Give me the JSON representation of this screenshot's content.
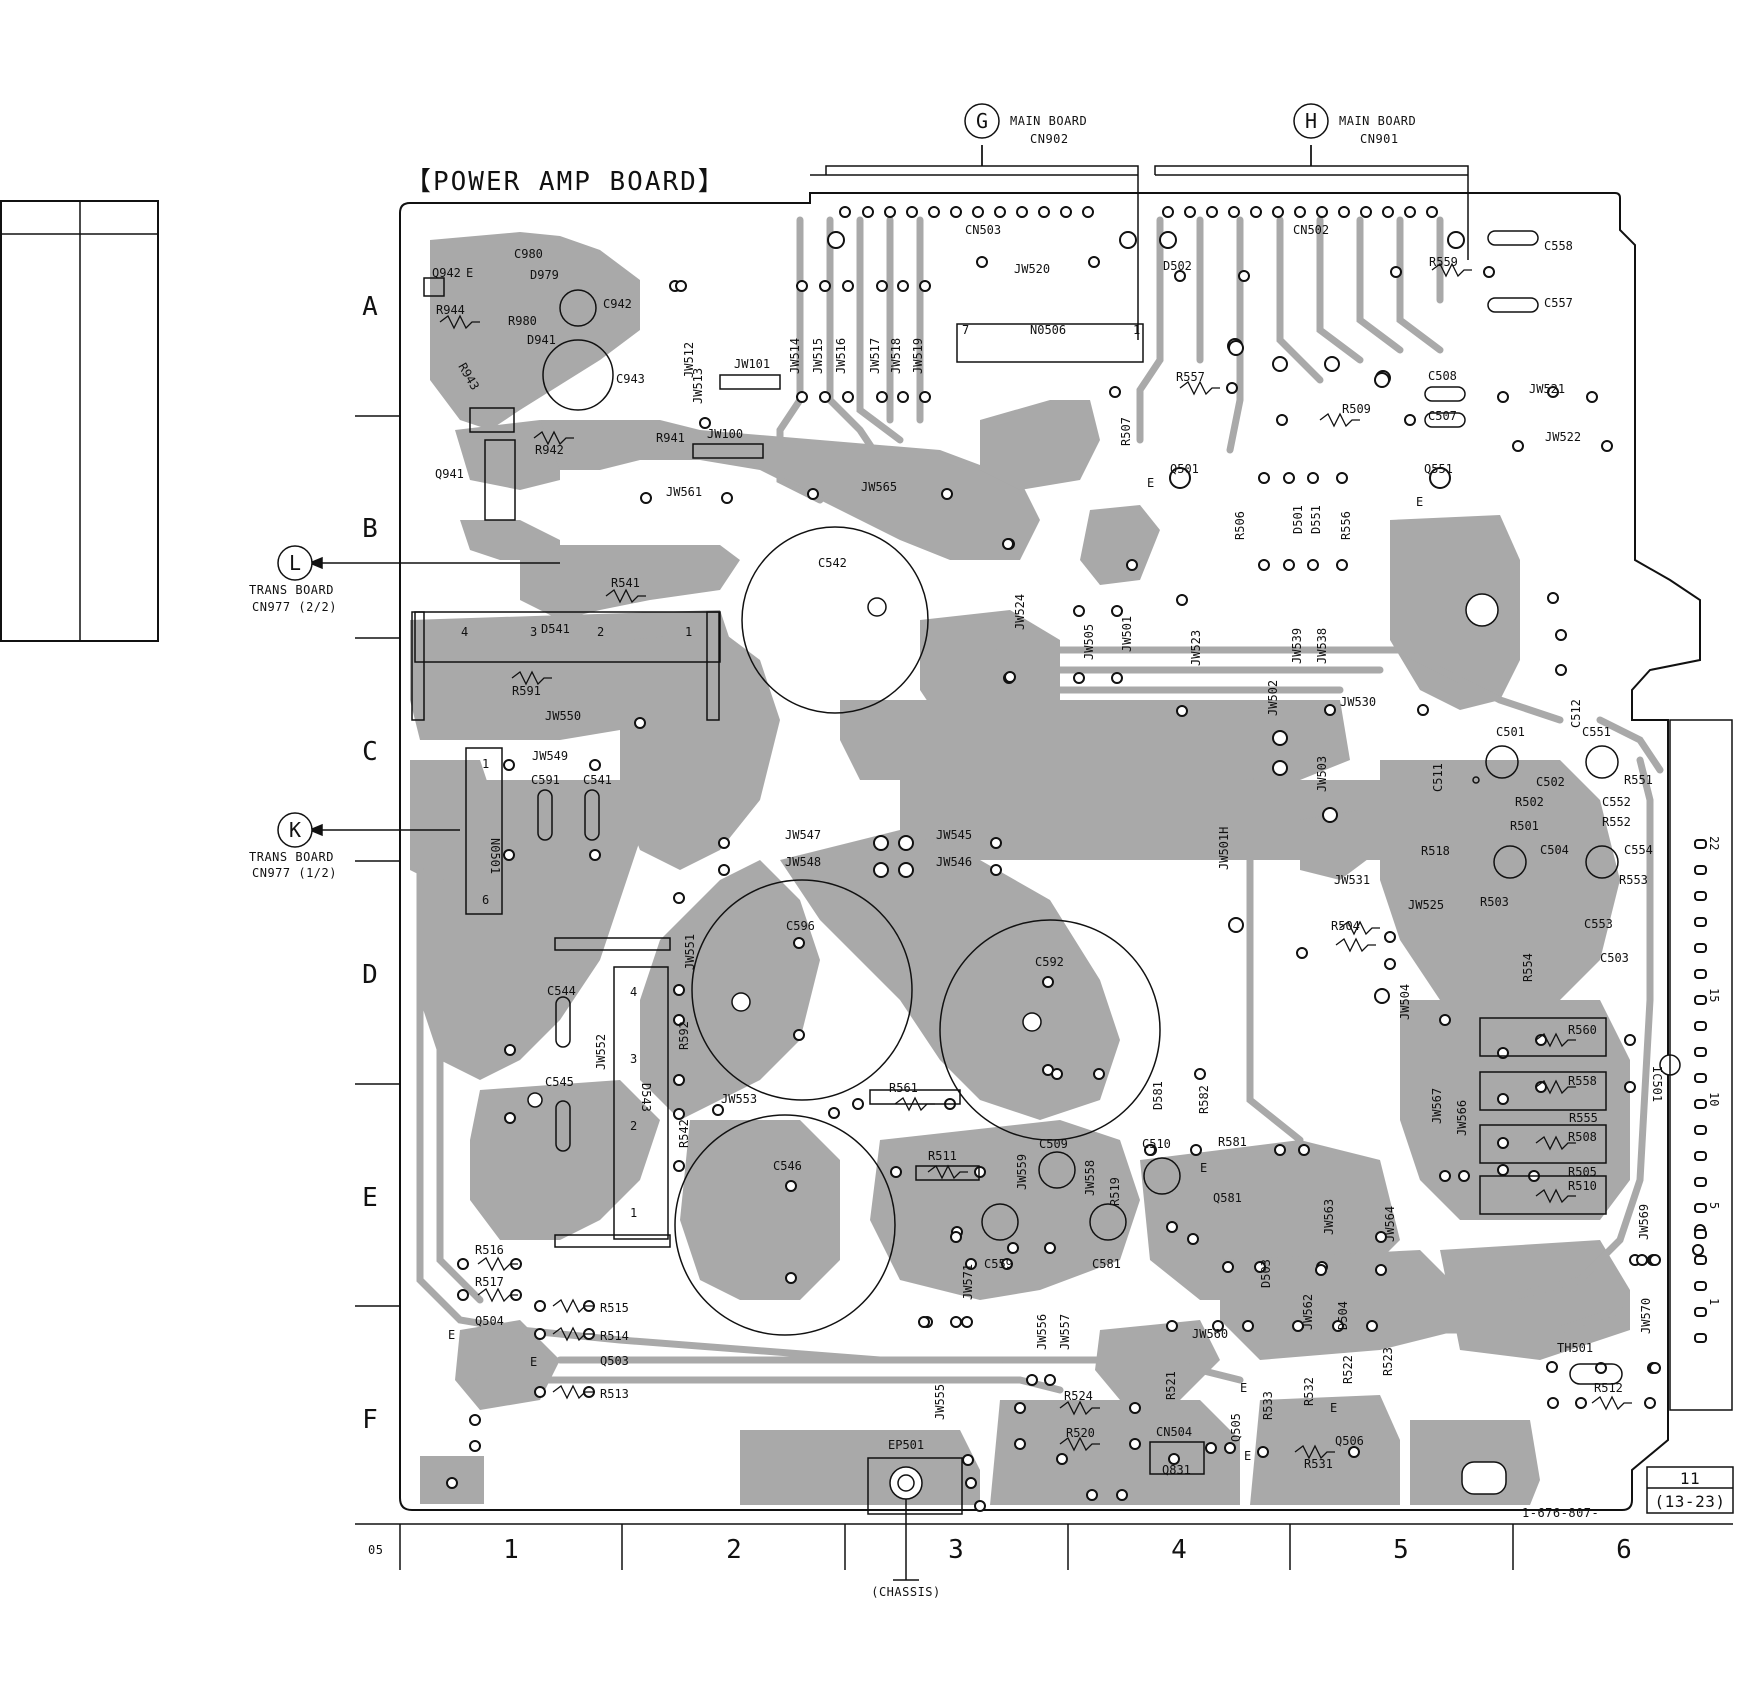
{
  "board": {
    "title": "【POWER AMP BOARD】",
    "part_number": "1-676-807-",
    "page_number": "11",
    "page_range": "(13-23)",
    "bottom_left_code": "05",
    "chassis_label": "(CHASSIS)"
  },
  "grid": {
    "rows": [
      "A",
      "B",
      "C",
      "D",
      "E",
      "F"
    ],
    "columns": [
      "1",
      "2",
      "3",
      "4",
      "5",
      "6"
    ]
  },
  "connections": [
    {
      "id": "G",
      "line1": "MAIN BOARD",
      "line2": "CN902"
    },
    {
      "id": "H",
      "line1": "MAIN BOARD",
      "line2": "CN901"
    },
    {
      "id": "L",
      "line1": "TRANS BOARD",
      "line2": "CN977 (2/2)"
    },
    {
      "id": "K",
      "line1": "TRANS BOARD",
      "line2": "CN977 (1/2)"
    }
  ],
  "connectors": {
    "cn503": "CN503",
    "cn502": "CN502",
    "cn506": "N0506",
    "cn506_pin_left": "7",
    "cn506_pin_right": "1",
    "cn501": "N0501",
    "cn501_pin_top": "1",
    "cn501_pin_bottom": "6",
    "cn504": "CN504",
    "ic501": "IC501",
    "ic501_pins": [
      "22",
      "15",
      "10",
      "5",
      "1"
    ],
    "d541": "D541",
    "d541_pins": [
      "4",
      "3",
      "2",
      "1"
    ],
    "d543": "D543",
    "d543_pins": [
      "4",
      "3",
      "2",
      "1"
    ]
  },
  "components": {
    "capacitors": [
      "C980",
      "C942",
      "C943",
      "C542",
      "C591",
      "C541",
      "C596",
      "C592",
      "C544",
      "C545",
      "C546",
      "C509",
      "C510",
      "C559",
      "C581",
      "C558",
      "C557",
      "C508",
      "C507",
      "C501",
      "C551",
      "C512",
      "C511",
      "C502",
      "C552",
      "C504",
      "C554",
      "C553",
      "C503"
    ],
    "resistors": [
      "R944",
      "R980",
      "R943",
      "R942",
      "R941",
      "R541",
      "R591",
      "R557",
      "R509",
      "R507",
      "R506",
      "R556",
      "R559",
      "R518",
      "R502",
      "R501",
      "R503",
      "R551",
      "R552",
      "R553",
      "R504",
      "R554",
      "R560",
      "R558",
      "R555",
      "R508",
      "R505",
      "R510",
      "R592",
      "R542",
      "R561",
      "R511",
      "R519",
      "R582",
      "R581",
      "R516",
      "R517",
      "R515",
      "R514",
      "R513",
      "R524",
      "R520",
      "R521",
      "R533",
      "R532",
      "R522",
      "R523",
      "R531",
      "R512"
    ],
    "diodes": [
      "D979",
      "D941",
      "D502",
      "D501",
      "D551",
      "D503",
      "D504",
      "D581"
    ],
    "transistors": [
      "Q942",
      "Q941",
      "Q501",
      "Q551",
      "Q581",
      "Q504",
      "Q503",
      "Q505",
      "Q506",
      "Q831"
    ],
    "jumpers": [
      "JW520",
      "JW512",
      "JW513",
      "JW101",
      "JW100",
      "JW514",
      "JW515",
      "JW516",
      "JW517",
      "JW518",
      "JW519",
      "JW561",
      "JW565",
      "JW521",
      "JW522",
      "JW524",
      "JW505",
      "JW501",
      "JW523",
      "JW502",
      "JW539",
      "JW538",
      "JW530",
      "JW503",
      "JW550",
      "JW549",
      "JW547",
      "JW548",
      "JW545",
      "JW546",
      "JW501H",
      "JW531",
      "JW525",
      "JW504",
      "JW551",
      "JW552",
      "JW553",
      "JW559",
      "JW558",
      "JW567",
      "JW566",
      "JW563",
      "JW564",
      "JW569",
      "JW571",
      "JW556",
      "JW557",
      "JW562",
      "JW560",
      "JW555",
      "JW570"
    ],
    "others": [
      "EP501",
      "TH501"
    ],
    "emitter_mark": "E"
  }
}
